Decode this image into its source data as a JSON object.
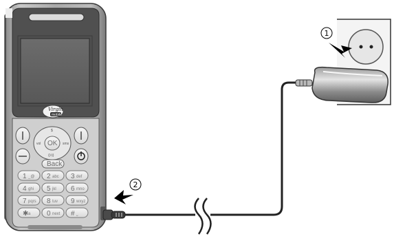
{
  "steps": [
    {
      "number": "1"
    },
    {
      "number": "2"
    }
  ],
  "phone": {
    "logo": {
      "brand": "Virgin",
      "sub": "mobile"
    },
    "nav": {
      "center": "OK",
      "up": "$",
      "left": "vol",
      "right": "sms",
      "down": "((•))",
      "back": "Back"
    },
    "keys": [
      {
        "main": "1",
        "sub": "_@"
      },
      {
        "main": "2",
        "sub": "abc"
      },
      {
        "main": "3",
        "sub": "def"
      },
      {
        "main": "4",
        "sub": "ghi"
      },
      {
        "main": "5",
        "sub": "jkl"
      },
      {
        "main": "6",
        "sub": "mno"
      },
      {
        "main": "7",
        "sub": "pqrs"
      },
      {
        "main": "8",
        "sub": "tuv"
      },
      {
        "main": "9",
        "sub": "wxyz"
      },
      {
        "main": "✱",
        "sub": "a"
      },
      {
        "main": "0",
        "sub": "next"
      },
      {
        "main": "#",
        "sub": "⎵"
      }
    ]
  },
  "icons": {
    "charger": "wall-charger-icon",
    "socket": "wall-socket-icon",
    "arrow": "insert-arrow-icon",
    "cable_break": "cable-break-icon"
  }
}
